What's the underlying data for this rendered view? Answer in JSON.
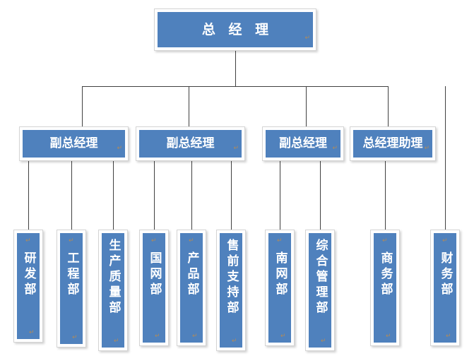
{
  "chart": {
    "type": "org-chart",
    "title": "总 经 理",
    "accent_color": "#4F81BD",
    "frame_color": "#FFFFFF",
    "border_color": "#D4D4D4",
    "line_color": "#404040",
    "text_color": "#FFFFFF",
    "return_mark": "↵",
    "levels": 3
  },
  "root": {
    "label": "总 经 理"
  },
  "managers": [
    {
      "label": "副总经理"
    },
    {
      "label": "副总经理"
    },
    {
      "label": "副总经理"
    },
    {
      "label": "总经理助理"
    }
  ],
  "departments": [
    {
      "label": "研发部"
    },
    {
      "label": "工程部"
    },
    {
      "label": "生产质量部"
    },
    {
      "label": "国网部"
    },
    {
      "label": "产品部"
    },
    {
      "label": "售前支持部"
    },
    {
      "label": "南网部"
    },
    {
      "label": "综合管理部"
    },
    {
      "label": "商务部"
    },
    {
      "label": "财务部"
    }
  ]
}
